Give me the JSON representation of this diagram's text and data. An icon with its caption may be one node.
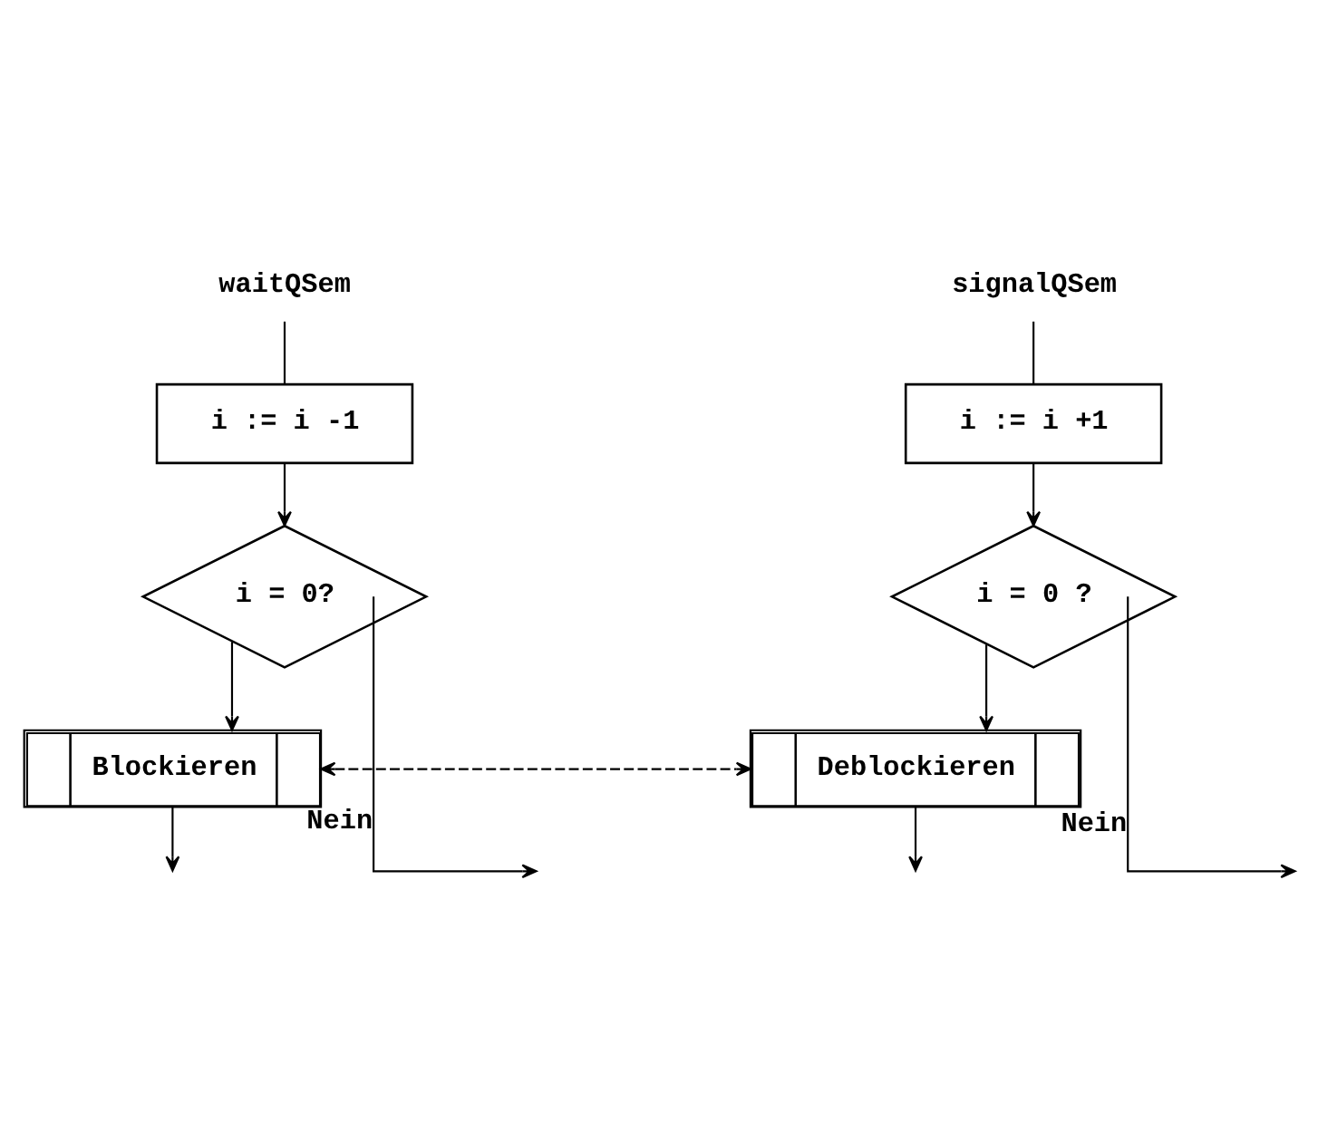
{
  "diagram": {
    "nodes": [
      {
        "text": [
          "waitQSem"
        ]
      },
      {
        "text": [
          "i := i -1"
        ]
      },
      {
        "text": [
          "i = 0?"
        ]
      },
      {
        "text": [
          "Blockieren"
        ]
      },
      {
        "text": [
          "signalQSem"
        ]
      },
      {
        "text": [
          "i := i +1"
        ]
      },
      {
        "text": [
          "i = 0 ?"
        ]
      },
      {
        "text": [
          "Deblockieren"
        ]
      }
    ],
    "edges": [
      {
        "from": 0,
        "to": 1,
        "arrow": "none"
      },
      {
        "from": 1,
        "to": 2,
        "arrow": "to"
      },
      {
        "from": 2,
        "to": 3,
        "arrow": "to"
      },
      {
        "from": 2,
        "to": null,
        "arrow": "to",
        "label": "Nein"
      },
      {
        "from": 3,
        "to": null,
        "arrow": "to"
      },
      {
        "from": 4,
        "to": 5,
        "arrow": "none"
      },
      {
        "from": 5,
        "to": 6,
        "arrow": "to"
      },
      {
        "from": 6,
        "to": 7,
        "arrow": "to"
      },
      {
        "from": 6,
        "to": null,
        "arrow": "to",
        "label": "Nein"
      },
      {
        "from": 7,
        "to": null,
        "arrow": "to"
      },
      {
        "from": 3,
        "to": 7,
        "arrow": "both",
        "style": "dashed"
      }
    ]
  }
}
